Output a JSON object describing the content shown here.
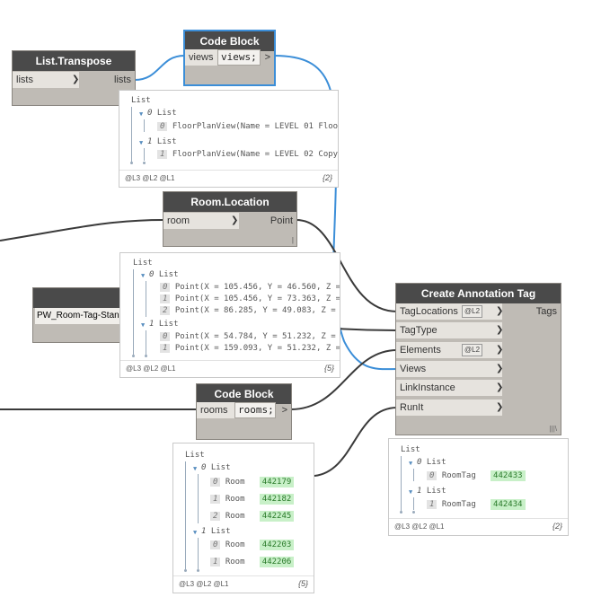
{
  "colors": {
    "wire_dark": "#3a3a3a",
    "wire_blue": "#3b8ed8",
    "header": "#4a4a4a",
    "node_body": "#bfbbb5",
    "value_green": "#c8f0c8"
  },
  "transpose": {
    "title": "List.Transpose",
    "in": "lists",
    "out": "lists"
  },
  "cb_views": {
    "title": "Code Block",
    "in": "views",
    "code": "views;",
    "out": ">"
  },
  "views_preview": {
    "root": "List",
    "g0": "List",
    "g0_i": "0",
    "g0_v": "FloorPlanView(Name = LEVEL 01 Floo",
    "g1": "List",
    "g1_i": "1",
    "g1_v": "FloorPlanView(Name = LEVEL 02 Copy",
    "lace": "@L3 @L2 @L1",
    "count": "{2}"
  },
  "room_location": {
    "title": "Room.Location",
    "in": "room",
    "out": "Point"
  },
  "point_preview": {
    "root": "List",
    "g0": "List",
    "r0_i": "0",
    "r0_v": "Point(X = 105.456, Y = 46.560, Z =",
    "r1_i": "1",
    "r1_v": "Point(X = 105.456, Y = 73.363, Z =",
    "r2_i": "2",
    "r2_v": "Point(X = 86.285, Y = 49.083, Z =",
    "g1": "List",
    "r3_i": "0",
    "r3_v": "Point(X = 54.784, Y = 51.232, Z =",
    "r4_i": "1",
    "r4_v": "Point(X = 159.093, Y = 51.232, Z =",
    "lace": "@L3 @L2 @L1",
    "count": "{5}"
  },
  "tag_style_node": {
    "value": "PW_Room-Tag-Stand"
  },
  "create_tag": {
    "title": "Create Annotation Tag",
    "inputs": [
      "TagLocations",
      "TagType",
      "Elements",
      "Views",
      "LinkInstance",
      "RunIt"
    ],
    "lace_taglocations": "@L2",
    "lace_elements": "@L2",
    "out": "Tags",
    "lacing_glyph": "|||\\"
  },
  "cb_rooms": {
    "title": "Code Block",
    "in": "rooms",
    "code": "rooms;",
    "out": ">"
  },
  "rooms_preview": {
    "root": "List",
    "g0": "List",
    "r0_i": "0",
    "r0_n": "Room",
    "r0_v": "442179",
    "r1_i": "1",
    "r1_n": "Room",
    "r1_v": "442182",
    "r2_i": "2",
    "r2_n": "Room",
    "r2_v": "442245",
    "g1": "List",
    "r3_i": "0",
    "r3_n": "Room",
    "r3_v": "442203",
    "r4_i": "1",
    "r4_n": "Room",
    "r4_v": "442206",
    "lace": "@L3 @L2 @L1",
    "count": "{5}"
  },
  "tags_preview": {
    "root": "List",
    "g0": "List",
    "g0_i": "0",
    "g0_n": "RoomTag",
    "g0_v": "442433",
    "g1": "List",
    "g1_i": "1",
    "g1_n": "RoomTag",
    "g1_v": "442434",
    "lace": "@L3 @L2 @L1",
    "count": "{2}"
  }
}
